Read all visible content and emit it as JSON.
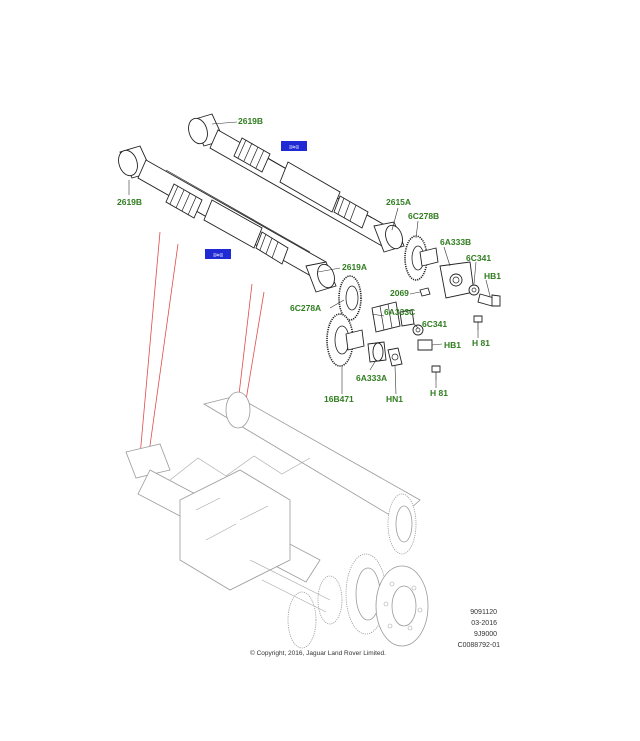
{
  "callouts": {
    "c2619b_top": "2619B",
    "c2619b_left": "2619B",
    "c2619a": "2619A",
    "c2615a": "2615A",
    "c6c278b": "6C278B",
    "c6c278a": "6C278A",
    "c6a333b": "6A333B",
    "c6a333c": "6A333C",
    "c6a333a": "6A333A",
    "c2069": "2069",
    "c6c341_top": "6C341",
    "c6c341_mid": "6C341",
    "chb1_top": "HB1",
    "chb1_mid": "HB1",
    "ch81_top": "H 81",
    "ch81_bottom": "H 81",
    "c16b471": "16B471",
    "chn1": "HN1"
  },
  "tags": {
    "upper_shaft_tag": "≡≈≡",
    "lower_shaft_tag": "≡≈≡"
  },
  "reference": {
    "line1": "9091120",
    "line2": "03-2016",
    "line3": "9J9000",
    "line4": "C0088792-01"
  },
  "copyright": "© Copyright, 2016, Jaguar Land Rover Limited."
}
